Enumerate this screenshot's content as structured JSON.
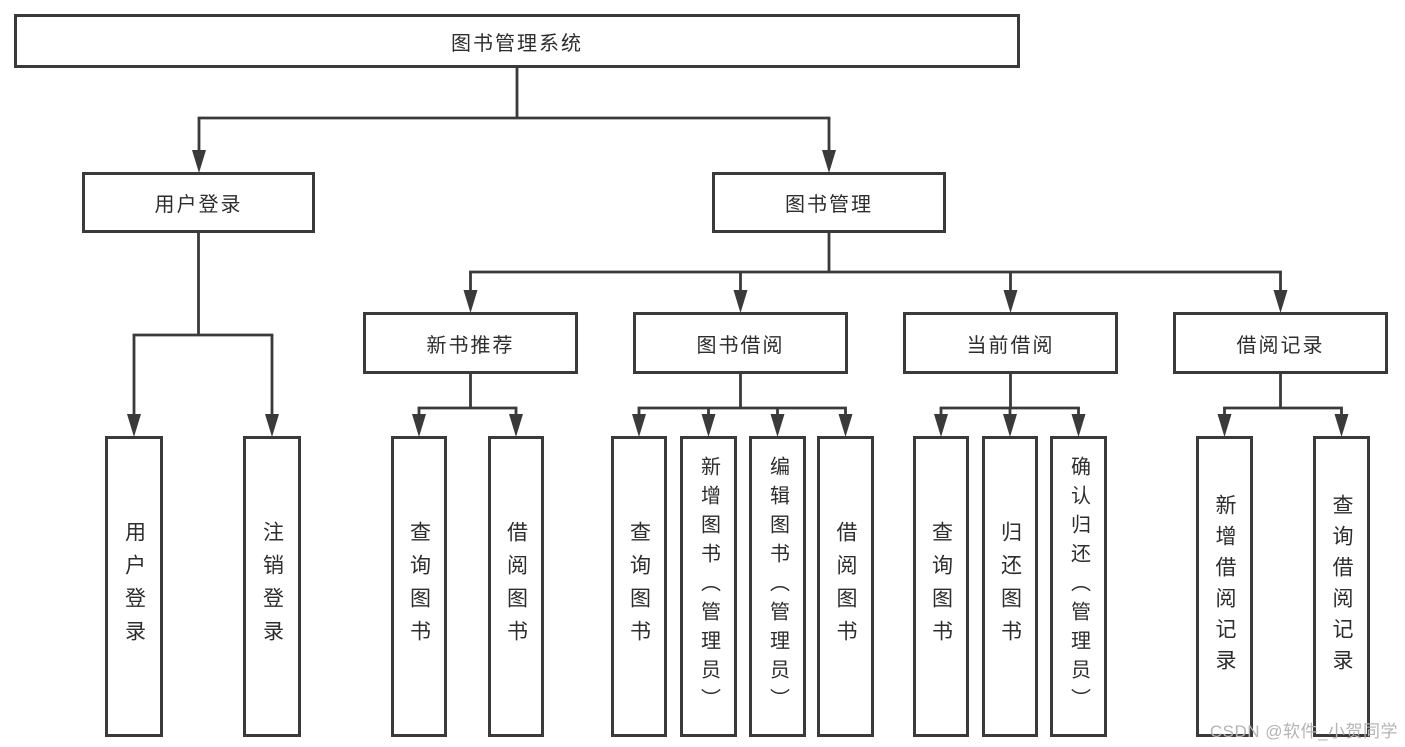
{
  "diagram": {
    "root": {
      "label": "图书管理系统"
    },
    "level2": [
      {
        "label": "用户登录"
      },
      {
        "label": "图书管理"
      }
    ],
    "level3": [
      {
        "label": "新书推荐"
      },
      {
        "label": "图书借阅"
      },
      {
        "label": "当前借阅"
      },
      {
        "label": "借阅记录"
      }
    ],
    "leaves": [
      {
        "label": "用户登录"
      },
      {
        "label": "注销登录"
      },
      {
        "label": "查询图书"
      },
      {
        "label": "借阅图书"
      },
      {
        "label": "查询图书"
      },
      {
        "label": "新增图书（管理员）"
      },
      {
        "label": "编辑图书（管理员）"
      },
      {
        "label": "借阅图书"
      },
      {
        "label": "查询图书"
      },
      {
        "label": "归还图书"
      },
      {
        "label": "确认归还（管理员）"
      },
      {
        "label": "新增借阅记录"
      },
      {
        "label": "查询借阅记录"
      }
    ]
  },
  "watermark": {
    "text": "CSDN @软件_小贺同学"
  },
  "colors": {
    "line": "#3a3a3a",
    "text": "#2d2d2d",
    "background": "#ffffff",
    "watermark": "#b4b4b4"
  }
}
